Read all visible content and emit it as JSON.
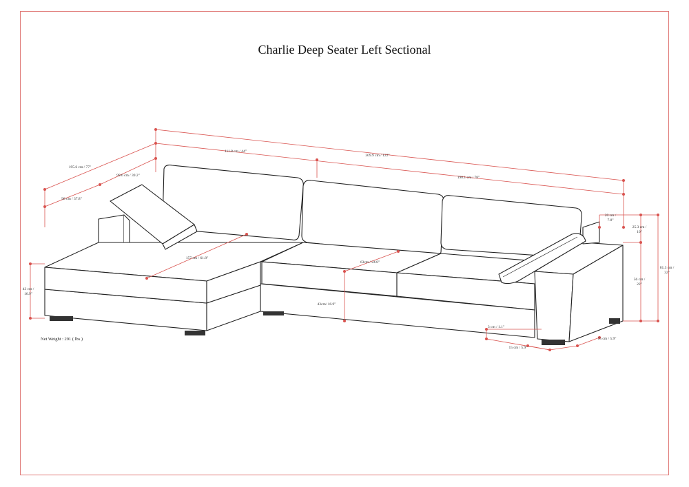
{
  "title": "Charlie Deep Seater Left Sectional",
  "net_weight": "Net Weight : 291 ( lbs )",
  "dimensions": {
    "overall_length": "309.9 cm / 122\"",
    "chaise_length": "111.8 cm / 44\"",
    "sofa_length": "198.1 cm / 78\"",
    "overall_depth": "195.6 cm / 77\"",
    "chaise_width": "99.6 cm / 39.2\"",
    "sofa_depth": "96 cm / 37.8\"",
    "chaise_seat_depth": "157 cm / 61.8\"",
    "seat_depth": "63cm / 24.8\"",
    "seat_height": "43cm/ 16.9\"",
    "chaise_height_a": "43 cm /",
    "chaise_height_b": "16.9\"",
    "arm_width_a": "20 cm /",
    "arm_width_b": "7.8\"",
    "back_height_a": "25.3 cm /",
    "back_height_b": "10\"",
    "arm_height_a": "56 cm /",
    "arm_height_b": "22\"",
    "total_height_a": "81.3 cm /",
    "total_height_b": "32\"",
    "leg_height": "3 cm / 1.1\"",
    "leg_depth": "15 cm / 5.9\"",
    "leg_width": "15 cm / 5.9\""
  }
}
